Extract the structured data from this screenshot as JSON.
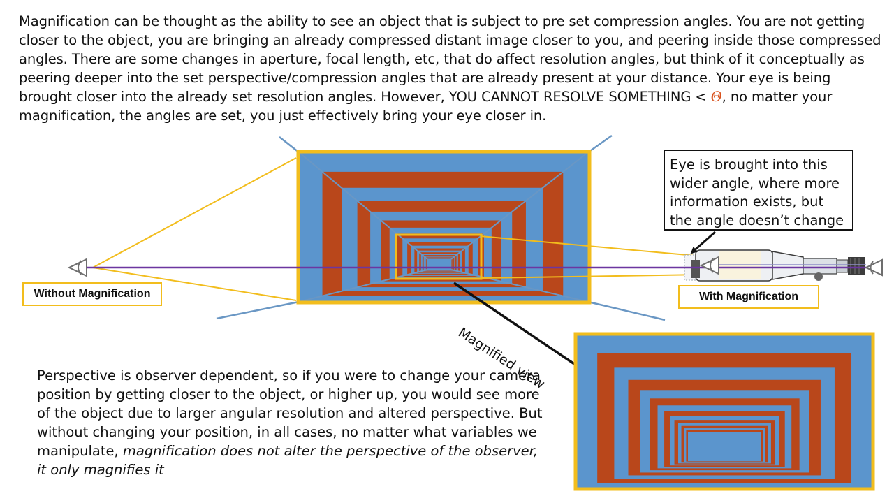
{
  "intro": {
    "text_before": "Magnification can be thought as the ability to see an object that is subject to pre set compression angles.  You are not getting closer to the object, you are bringing an already compressed distant image closer to you, and peering inside those compressed angles.  There are some changes in aperture, focal length, etc, that do affect resolution angles, but think of it conceptually as peering deeper into the set perspective/compression angles that are already present at your distance.  Your eye is being brought closer into the already set resolution angles.  However, YOU CANNOT RESOLVE SOMETHING < ",
    "symbol": "Θ",
    "text_after": ", no matter your magnification, the angles are set, you just effectively bring your eye closer in."
  },
  "labels": {
    "without_magnification": "Without Magnification",
    "with_magnification": "With Magnification",
    "magnified_view": "Magnified view"
  },
  "callout": {
    "text": "Eye is brought into this wider angle, where more information exists, but the angle doesn’t change"
  },
  "bottom": {
    "text_plain": "Perspective is observer dependent, so if you were to change your camera position by getting closer to the object, or higher up, you would see more of the object due to larger angular resolution and altered perspective.  But without changing your position, in all cases, no matter what variables we manipulate, ",
    "text_italic": "magnification does not alter the perspective of the observer, it only magnifies it"
  },
  "colors": {
    "blue": "#5b95cd",
    "rust": "#b9471b",
    "yellow": "#f2bd1d",
    "purple": "#6c36a0",
    "line_blue": "#6a97c4"
  }
}
